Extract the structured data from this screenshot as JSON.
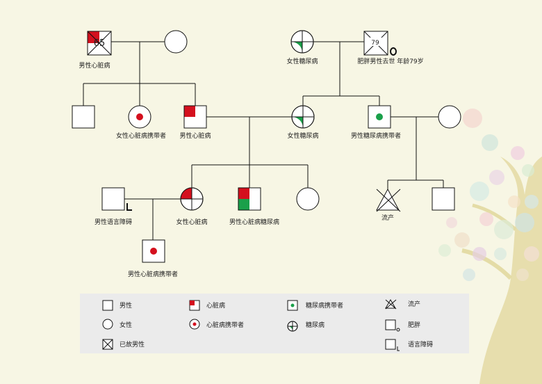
{
  "labels": {
    "gp_male": "男性心脏病",
    "gp2_female": "女性糖尿病",
    "gp2_male": "肥胖男性去世 年龄79岁",
    "gen2_female_carrier": "女性心脏病携带者",
    "gen2_male_heart": "男性心脏病",
    "gen2_female_diabetes": "女性糖尿病",
    "gen2_male_diabetes_carrier": "男性糖尿病携带者",
    "gen3_male_speech": "男性语言障碍",
    "gen3_female_heart": "女性心脏病",
    "gen3_male_heart_diabetes": "男性心脏病糖尿病",
    "gen3_miscarriage": "流产",
    "gen4_male_heart_carrier": "男性心脏病携带者"
  },
  "ages": {
    "gp_male": "65",
    "gp2_male": "79"
  },
  "legend": {
    "male": "男性",
    "female": "女性",
    "deceased_male": "已故男性",
    "heart_disease": "心脏病",
    "heart_carrier": "心脏病携带者",
    "diabetes_carrier": "糖尿病携带者",
    "diabetes": "糖尿病",
    "miscarriage": "流产",
    "obese": "肥胖",
    "speech_disorder": "语言障碍"
  },
  "colors": {
    "heart": "#d4101e",
    "diabetes": "#1aa04a",
    "line": "#111111",
    "legend_bg": "#ebebeb"
  }
}
